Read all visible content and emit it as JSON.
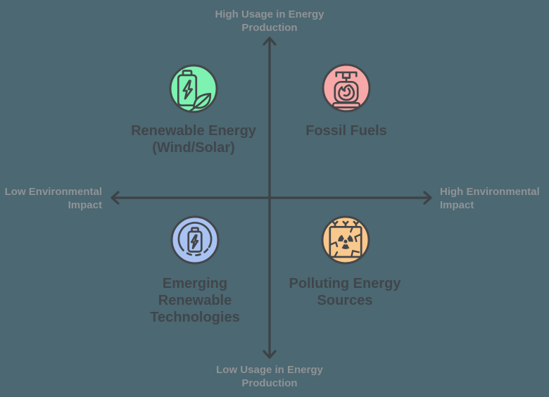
{
  "colors": {
    "background": "#4c6872",
    "axis": "#3d4246",
    "quadrant_label_text": "#40464b",
    "axis_label_text": "#8f9396",
    "icon_stroke": "#44474a",
    "renewable_fill": "#7df2b1",
    "fossil_fill": "#f8a8a8",
    "emerging_fill": "#a8c2f2",
    "polluting_fill": "#f9c88c"
  },
  "axes": {
    "top_label": "High Usage in Energy\nProduction",
    "bottom_label": "Low Usage in Energy\nProduction",
    "left_label": "Low Environmental\nImpact",
    "right_label": "High Environmental\nImpact"
  },
  "quadrants": {
    "top_left": {
      "label": "Renewable Energy\n(Wind/Solar)",
      "icon": "battery-leaf-icon",
      "fill": "#7df2b1"
    },
    "top_right": {
      "label": "Fossil Fuels",
      "icon": "gas-burner-icon",
      "fill": "#f8a8a8"
    },
    "bottom_left": {
      "label": "Emerging\nRenewable\nTechnologies",
      "icon": "charging-battery-icon",
      "fill": "#a8c2f2"
    },
    "bottom_right": {
      "label": "Polluting Energy\nSources",
      "icon": "radioactive-ground-icon",
      "fill": "#f9c88c"
    }
  }
}
